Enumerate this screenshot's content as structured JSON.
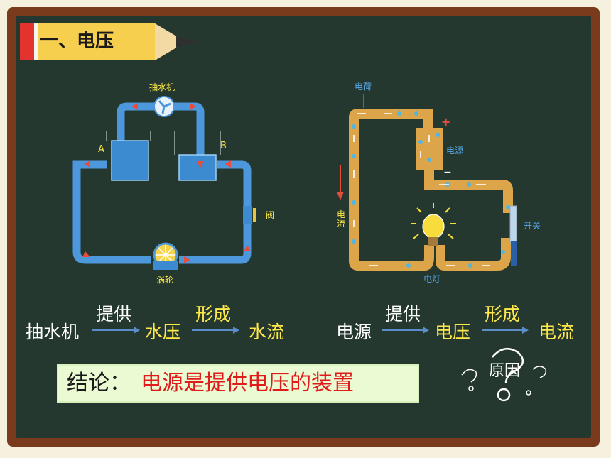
{
  "title": "一、电压",
  "water_diagram": {
    "pump": "抽水机",
    "tank_a": "A",
    "tank_b": "B",
    "valve": "阀",
    "turbine": "涡轮"
  },
  "electric_diagram": {
    "charge": "电荷",
    "plus": "+",
    "minus": "−",
    "source": "电源",
    "switch": "开关",
    "current": "电流",
    "lamp": "电灯"
  },
  "water_chain": {
    "source": "抽水机",
    "provide": "提供",
    "pressure": "水压",
    "form": "形成",
    "flow": "水流"
  },
  "electric_chain": {
    "source": "电源",
    "provide": "提供",
    "pressure": "电压",
    "form": "形成",
    "flow": "电流"
  },
  "conclusion": {
    "label": "结论：",
    "text": "电源是提供电压的装置"
  },
  "reason": "原因"
}
